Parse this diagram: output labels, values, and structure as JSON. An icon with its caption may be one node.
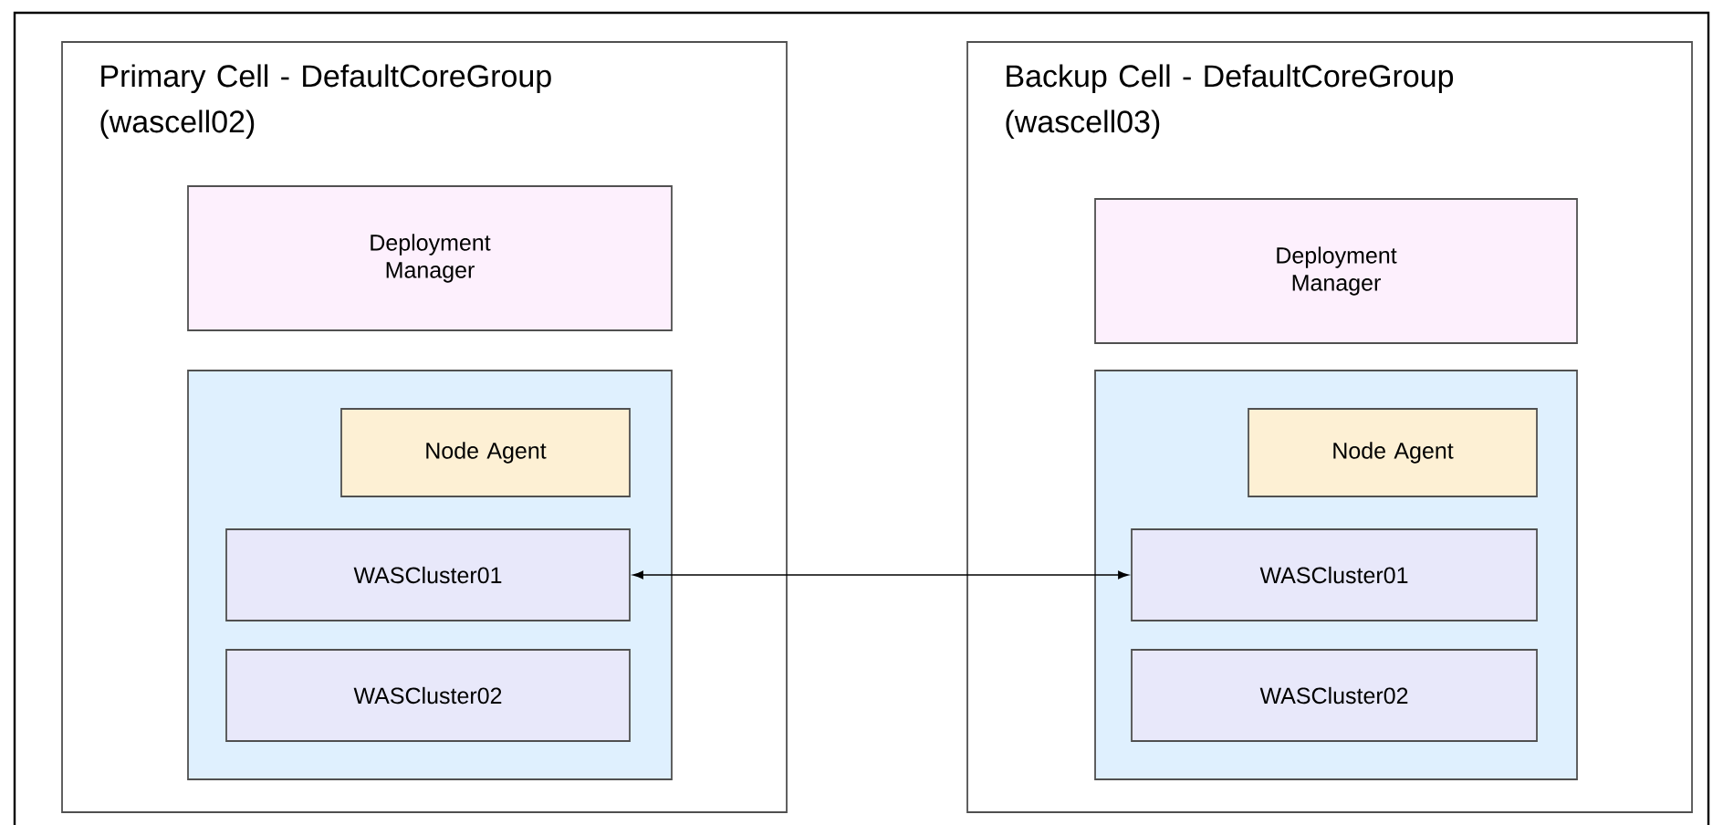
{
  "diagram": {
    "nodes": [
      {
        "text": [
          "Primary Cell - DefaultCoreGroup (wascell02)"
        ]
      },
      {
        "text": [
          "Deployment Manager"
        ],
        "in": 0
      },
      {
        "text": [],
        "shape": "box",
        "in": 0
      },
      {
        "text": [
          "Node Agent"
        ],
        "in": 2
      },
      {
        "text": [
          "WASCluster01"
        ],
        "in": 2
      },
      {
        "text": [
          "WASCluster02"
        ],
        "in": 2
      },
      {
        "text": [
          "Backup Cell - DefaultCoreGroup (wascell03)"
        ]
      },
      {
        "text": [
          "Deployment Manager"
        ],
        "in": 6
      },
      {
        "text": [],
        "shape": "box",
        "in": 6
      },
      {
        "text": [
          "Node Agent"
        ],
        "in": 8
      },
      {
        "text": [
          "WASCluster01"
        ],
        "in": 8
      },
      {
        "text": [
          "WASCluster02"
        ],
        "in": 8
      }
    ],
    "edges": [
      {
        "from": 4,
        "to": 10,
        "arrow": "both"
      }
    ]
  }
}
